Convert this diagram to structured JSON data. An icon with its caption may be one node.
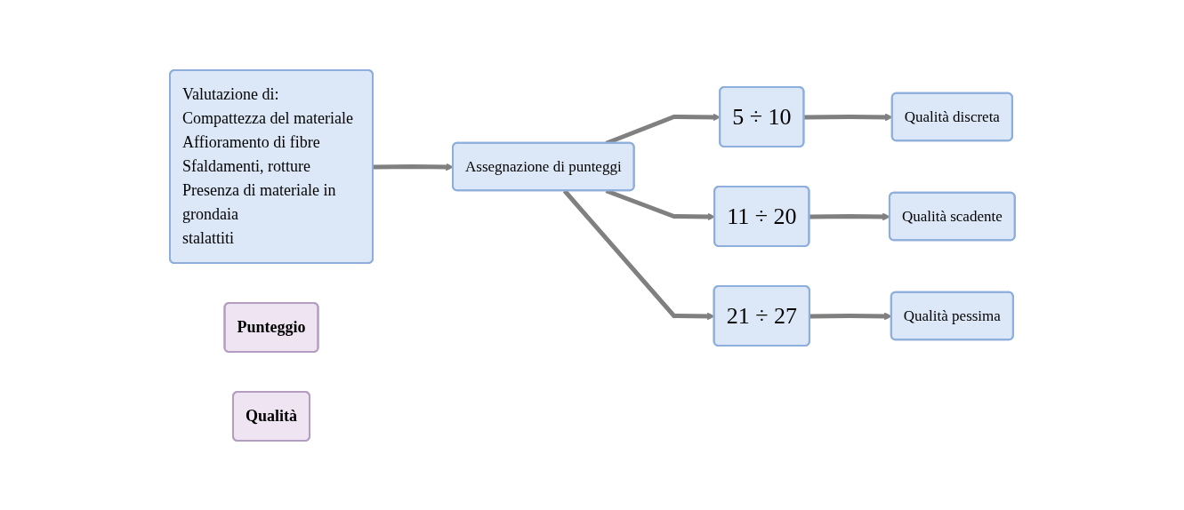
{
  "diagram": {
    "nodes": [
      {
        "text": [
          "Valutazione di:",
          "Compattezza del materiale",
          "Affioramento di fibre",
          "Sfaldamenti, rotture",
          "Presenza di materiale in grondaia",
          "stalattiti"
        ]
      },
      {
        "text": [
          "Assegnazione di punteggi"
        ]
      },
      {
        "text": [
          "Punteggio"
        ]
      },
      {
        "text": [
          "Qualità"
        ]
      },
      {
        "text": [
          "5 ÷ 10"
        ]
      },
      {
        "text": [
          "Qualità discreta"
        ]
      },
      {
        "text": [
          "11 ÷ 20"
        ]
      },
      {
        "text": [
          "Qualità scadente"
        ]
      },
      {
        "text": [
          "21 ÷ 27"
        ]
      },
      {
        "text": [
          "Qualità pessima"
        ]
      }
    ],
    "edges": [
      {
        "from": 0,
        "to": 1,
        "arrow": "to"
      },
      {
        "from": 1,
        "to": 4,
        "arrow": "to"
      },
      {
        "from": 1,
        "to": 6,
        "arrow": "to"
      },
      {
        "from": 1,
        "to": 8,
        "arrow": "to"
      },
      {
        "from": 4,
        "to": 5,
        "arrow": "to"
      },
      {
        "from": 6,
        "to": 7,
        "arrow": "to"
      },
      {
        "from": 8,
        "to": 9,
        "arrow": "to"
      }
    ]
  }
}
